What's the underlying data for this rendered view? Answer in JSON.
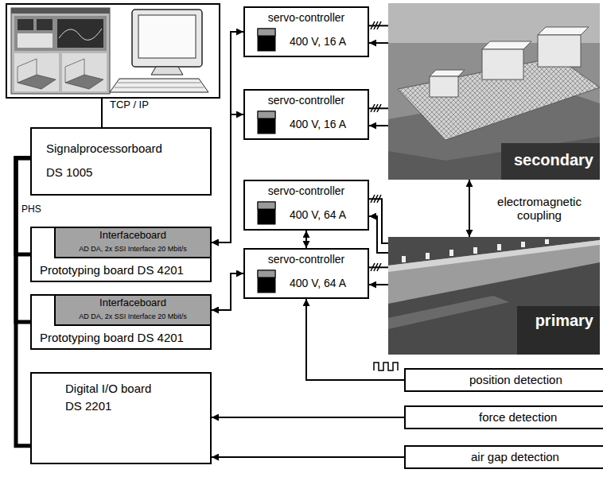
{
  "diagram": {
    "nodes": [
      {
        "text": [
          "Signalprocessorboard",
          "DS 1005"
        ]
      },
      {
        "text": [
          "Prototyping board DS 4201"
        ]
      },
      {
        "text": [
          "Interfaceboard",
          "AD DA, 2x SSI Interface 20 Mbit/s"
        ],
        "in": 1
      },
      {
        "text": [
          "Prototyping board DS 4201"
        ]
      },
      {
        "text": [
          "Interfaceboard",
          "AD DA, 2x SSI Interface 20 Mbit/s"
        ],
        "in": 3
      },
      {
        "text": [
          "Digital I/O board",
          "DS 2201"
        ]
      },
      {
        "text": [
          "servo-controller",
          "400 V, 16 A"
        ]
      },
      {
        "text": [
          "servo-controller",
          "400 V, 16 A"
        ]
      },
      {
        "text": [
          "servo-controller",
          "400 V, 64 A"
        ]
      },
      {
        "text": [
          "servo-controller",
          "400 V, 64 A"
        ]
      },
      {
        "text": [
          "secondary"
        ]
      },
      {
        "text": [
          "primary"
        ]
      },
      {
        "text": [
          "position detection"
        ]
      },
      {
        "text": [
          "force detection"
        ]
      },
      {
        "text": [
          "air gap detection"
        ]
      }
    ],
    "edges": [
      {
        "from": 0,
        "to": 1,
        "arrow": "none"
      },
      {
        "from": 0,
        "to": 3,
        "arrow": "none"
      },
      {
        "from": 0,
        "to": 5,
        "arrow": "none"
      },
      {
        "from": 2,
        "to": 6,
        "arrow": "both"
      },
      {
        "from": 2,
        "to": 7,
        "arrow": "both"
      },
      {
        "from": 4,
        "to": 9,
        "arrow": "both"
      },
      {
        "from": 8,
        "to": 9,
        "arrow": "both"
      },
      {
        "from": 6,
        "to": 10,
        "arrow": "none"
      },
      {
        "from": 10,
        "to": 6,
        "arrow": "to"
      },
      {
        "from": 7,
        "to": 10,
        "arrow": "none"
      },
      {
        "from": 10,
        "to": 7,
        "arrow": "to"
      },
      {
        "from": 8,
        "to": 11,
        "arrow": "none"
      },
      {
        "from": 11,
        "to": 8,
        "arrow": "to"
      },
      {
        "from": 9,
        "to": 11,
        "arrow": "none"
      },
      {
        "from": 11,
        "to": 9,
        "arrow": "to"
      },
      {
        "from": 10,
        "to": 11,
        "label": "electromagnetic coupling",
        "arrow": "both"
      },
      {
        "from": 12,
        "to": 9,
        "arrow": "to"
      },
      {
        "from": 13,
        "to": 5,
        "arrow": "to"
      },
      {
        "from": 14,
        "to": 5,
        "arrow": "to"
      }
    ],
    "labels": [
      "TCP / IP",
      "PHS"
    ]
  }
}
